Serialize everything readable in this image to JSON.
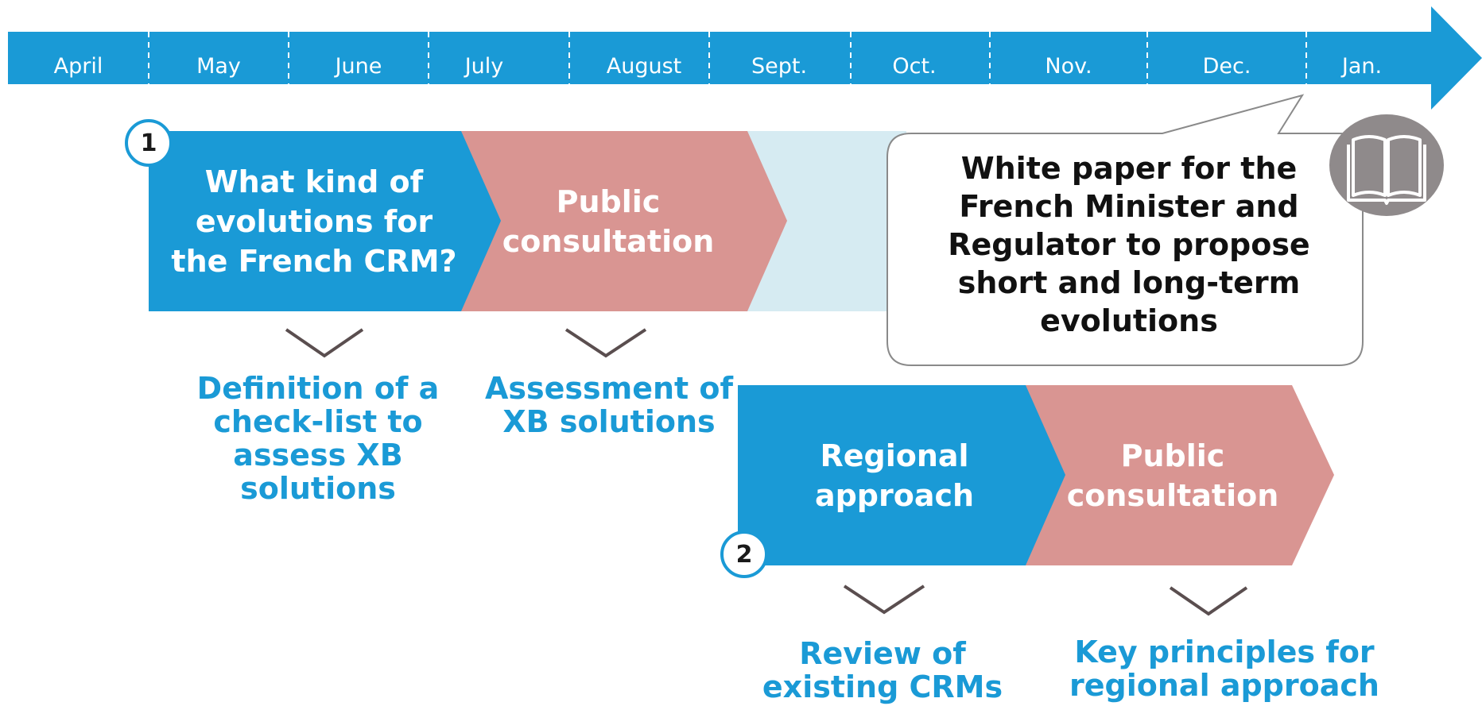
{
  "timeline": {
    "months": [
      "April",
      "May",
      "June",
      "July",
      "August",
      "Sept.",
      "Oct.",
      "Nov.",
      "Dec.",
      "Jan."
    ]
  },
  "track1": {
    "badge": "1",
    "step_question": "What kind of\nevolutions for\nthe French CRM?",
    "step_consultation": "Public\nconsultation",
    "outcome_1": "Definition of a\ncheck-list to\nassess XB\nsolutions",
    "outcome_2": "Assessment of\nXB solutions"
  },
  "track2": {
    "badge": "2",
    "step_regional": "Regional\napproach",
    "step_consultation": "Public\nconsultation",
    "outcome_1": "Review of\nexisting CRMs",
    "outcome_2": "Key principles for\nregional approach"
  },
  "callout": {
    "text": "White paper for the\nFrench Minister and\nRegulator to propose\nshort and long-term\nevolutions"
  },
  "icons": {
    "deliverable": "open-book-icon"
  },
  "colors": {
    "timeline": "#1a9ad6",
    "step_blue": "#1a9ad6",
    "step_pink": "#d99592",
    "extension": "#d6ebf2",
    "outcome_text": "#1a9ad6",
    "book_bg": "#8f8a8b"
  }
}
